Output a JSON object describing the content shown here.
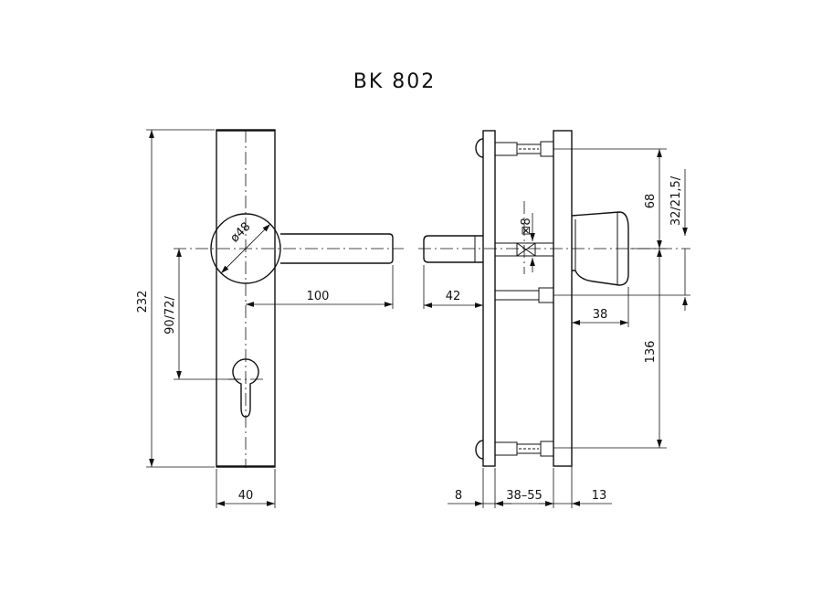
{
  "title": "BK 802",
  "front_view": {
    "dim_height": "232",
    "dim_center_distance": "90/72/",
    "dim_rosette": "ø48",
    "dim_lever_length": "100",
    "dim_width": "40"
  },
  "side_view": {
    "dim_spindle": "⊠8",
    "dim_square_projection": "42",
    "dim_upper_screw": "68",
    "dim_upper_screw_alt": "32/21,5/",
    "dim_knob_projection": "38",
    "dim_lower_screw": "136",
    "dim_plate_thickness": "8",
    "dim_door_thickness": "38–55",
    "dim_back_plate": "13"
  }
}
